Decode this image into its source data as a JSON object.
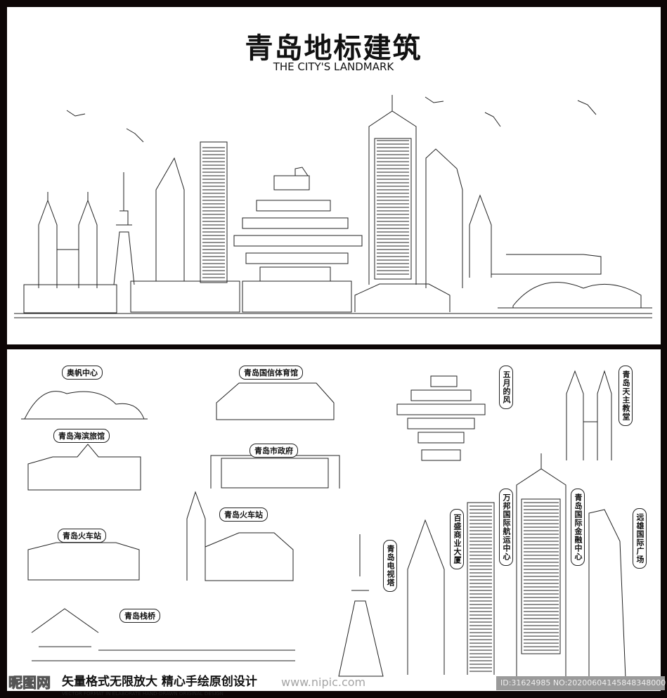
{
  "header": {
    "title": "青岛地标建筑",
    "subtitle": "THE CITY'S LANDMARK"
  },
  "labels": {
    "aofan": "奥帆中心",
    "guoxin": "青岛国信体育馆",
    "haibin": "青岛海滨旅馆",
    "shizhengfu": "青岛市政府",
    "huochezhan1": "青岛火车站",
    "huochezhan2": "青岛火车站",
    "zhanqiao": "青岛栈桥",
    "wuyue": "五月的风",
    "tianzhu": "青岛天主教堂",
    "baisheng": "百盛商业大厦",
    "wanbang": "万邦国际航运中心",
    "jinrong": "青岛国际金融中心",
    "yuanxiong": "远雄国际广场",
    "dianshita": "青岛电视塔"
  },
  "footer": {
    "slogan": "矢量格式无限放大 精心手绘原创设计",
    "subtitle": "VECTOR FORMAT IN ELABORATE HAND-DRAWN ORIGINAL DESIGN"
  },
  "watermark": {
    "logo": "昵图网",
    "url": "www.nipic.com",
    "id": "ID:31624985 NO:20200604145848348000"
  }
}
